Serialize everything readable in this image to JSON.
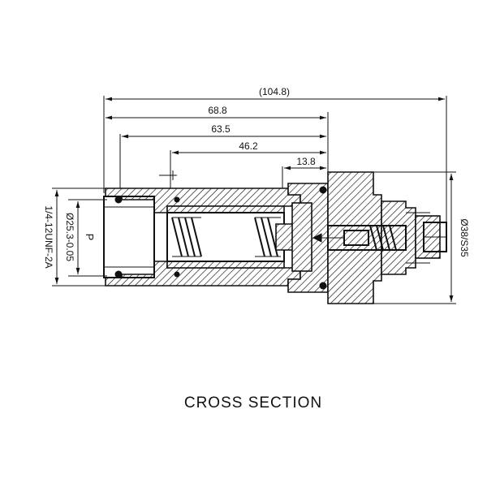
{
  "dimensions": {
    "overall_length": "(104.8)",
    "length_68": "68.8",
    "length_63": "63.5",
    "length_46": "46.2",
    "length_13": "13.8",
    "hex_size": "Ø38/S35",
    "thread": "1/4-12UNF-2A",
    "bore": "Ø25.3-0.05"
  },
  "labels": {
    "port": "P",
    "caption": "CROSS SECTION"
  }
}
